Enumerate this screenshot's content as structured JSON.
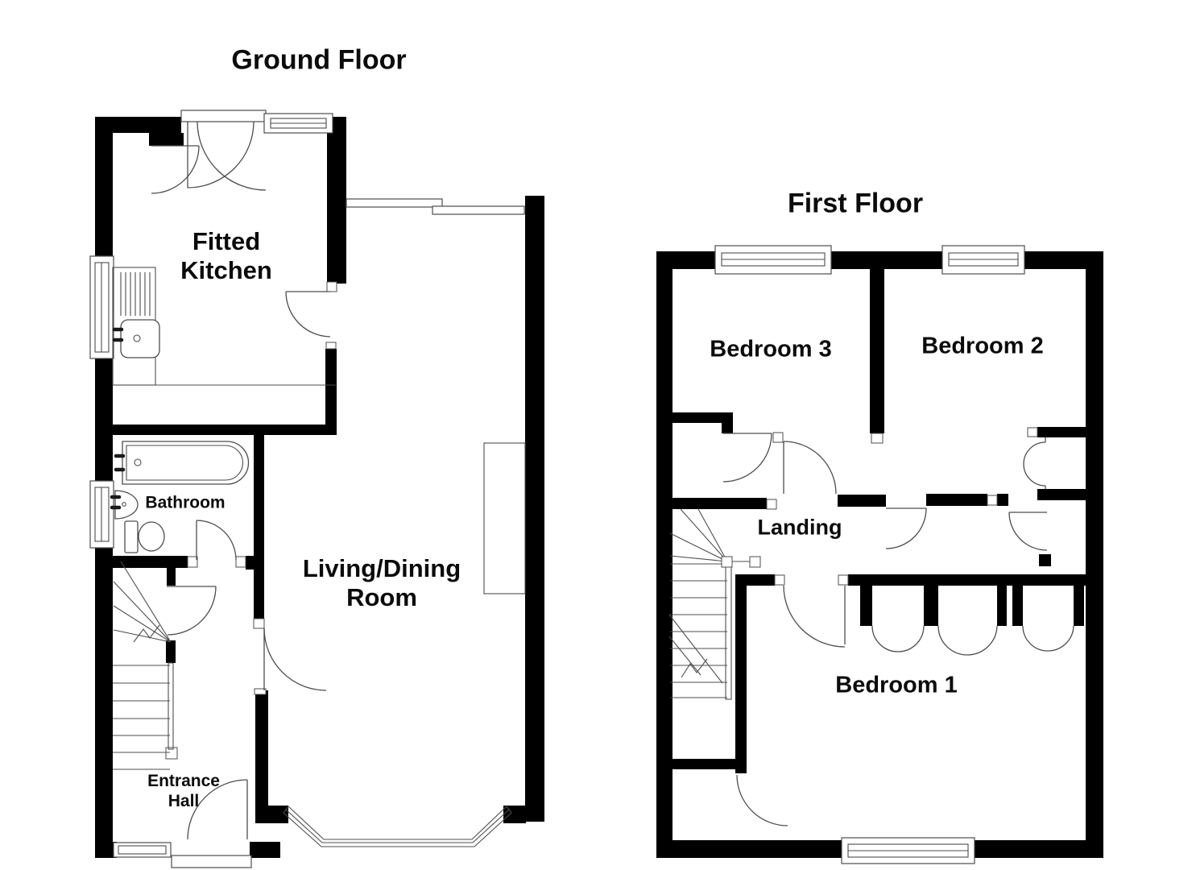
{
  "page": {
    "background": "#ffffff"
  },
  "colors": {
    "wall": "#000000",
    "line": "#4d4d4d",
    "background": "#ffffff"
  },
  "ground_floor": {
    "title": "Ground Floor",
    "rooms": [
      {
        "id": "fitted-kitchen",
        "label": "Fitted\nKitchen"
      },
      {
        "id": "bathroom",
        "label": "Bathroom"
      },
      {
        "id": "living-dining-room",
        "label": "Living/Dining\nRoom"
      },
      {
        "id": "entrance-hall",
        "label": "Entrance\nHall"
      }
    ]
  },
  "first_floor": {
    "title": "First Floor",
    "rooms": [
      {
        "id": "bedroom-3",
        "label": "Bedroom 3"
      },
      {
        "id": "bedroom-2",
        "label": "Bedroom 2"
      },
      {
        "id": "landing",
        "label": "Landing"
      },
      {
        "id": "bedroom-1",
        "label": "Bedroom 1"
      }
    ]
  }
}
